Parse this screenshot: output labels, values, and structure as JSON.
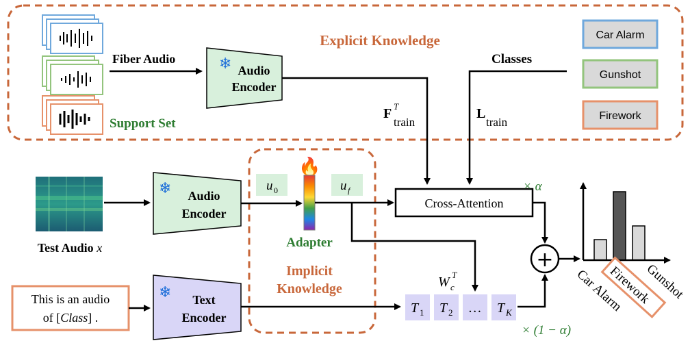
{
  "explicit": {
    "title": "Explicit Knowledge",
    "support_set": "Support Set",
    "fiber_audio": "Fiber Audio",
    "encoder_line1": "Audio",
    "encoder_line2": "Encoder",
    "classes_label": "Classes",
    "f_train_base": "F",
    "f_train_sup": "T",
    "f_train_sub": "train",
    "l_train_base": "L",
    "l_train_sub": "train",
    "class_boxes": [
      "Car Alarm",
      "Gunshot",
      "Firework"
    ]
  },
  "test": {
    "label": "Test Audio",
    "var": "x",
    "encoder_line1": "Audio",
    "encoder_line2": "Encoder"
  },
  "adapter": {
    "label": "Adapter",
    "u0_base": "u",
    "u0_sub": "0",
    "uf_base": "u",
    "uf_sub": "f"
  },
  "implicit": {
    "title_line1": "Implicit",
    "title_line2": "Knowledge"
  },
  "cross_attention": "Cross-Attention",
  "alpha_label": "× α",
  "one_minus_alpha_label": "× (1 − α)",
  "plus_symbol": "+",
  "prompt": {
    "line1": "This is an audio",
    "line2_pre": "of [",
    "line2_var": "Class",
    "line2_post": "] ."
  },
  "text_encoder": {
    "line1": "Text",
    "line2": "Encoder"
  },
  "wc": {
    "base": "W",
    "sub": "c",
    "sup": "T"
  },
  "tokens": [
    {
      "base": "T",
      "sub": "1"
    },
    {
      "base": "T",
      "sub": "2"
    },
    {
      "base": "…",
      "sub": ""
    },
    {
      "base": "T",
      "sub": "K"
    }
  ],
  "output_labels": [
    "Car Alarm",
    "Firework",
    "Gunshot"
  ],
  "chart_data": {
    "type": "bar",
    "categories": [
      "Car Alarm",
      "Firework",
      "Gunshot"
    ],
    "values": [
      0.3,
      1.0,
      0.5
    ],
    "ylim": [
      0,
      1.1
    ]
  },
  "colors": {
    "dashed_border": "#c8673a",
    "explicit_title": "#c8673a",
    "support_set": "#2e7d32",
    "adapter_label": "#2e7d32",
    "alpha": "#2e7d32",
    "encoder_green": "#d8f0dc",
    "encoder_purple": "#d9d6f7",
    "token_fill": "#d9d6f7",
    "car_alarm_border": "#6fa8dc",
    "gunshot_border": "#93c47d",
    "firework_border": "#e6916a"
  }
}
